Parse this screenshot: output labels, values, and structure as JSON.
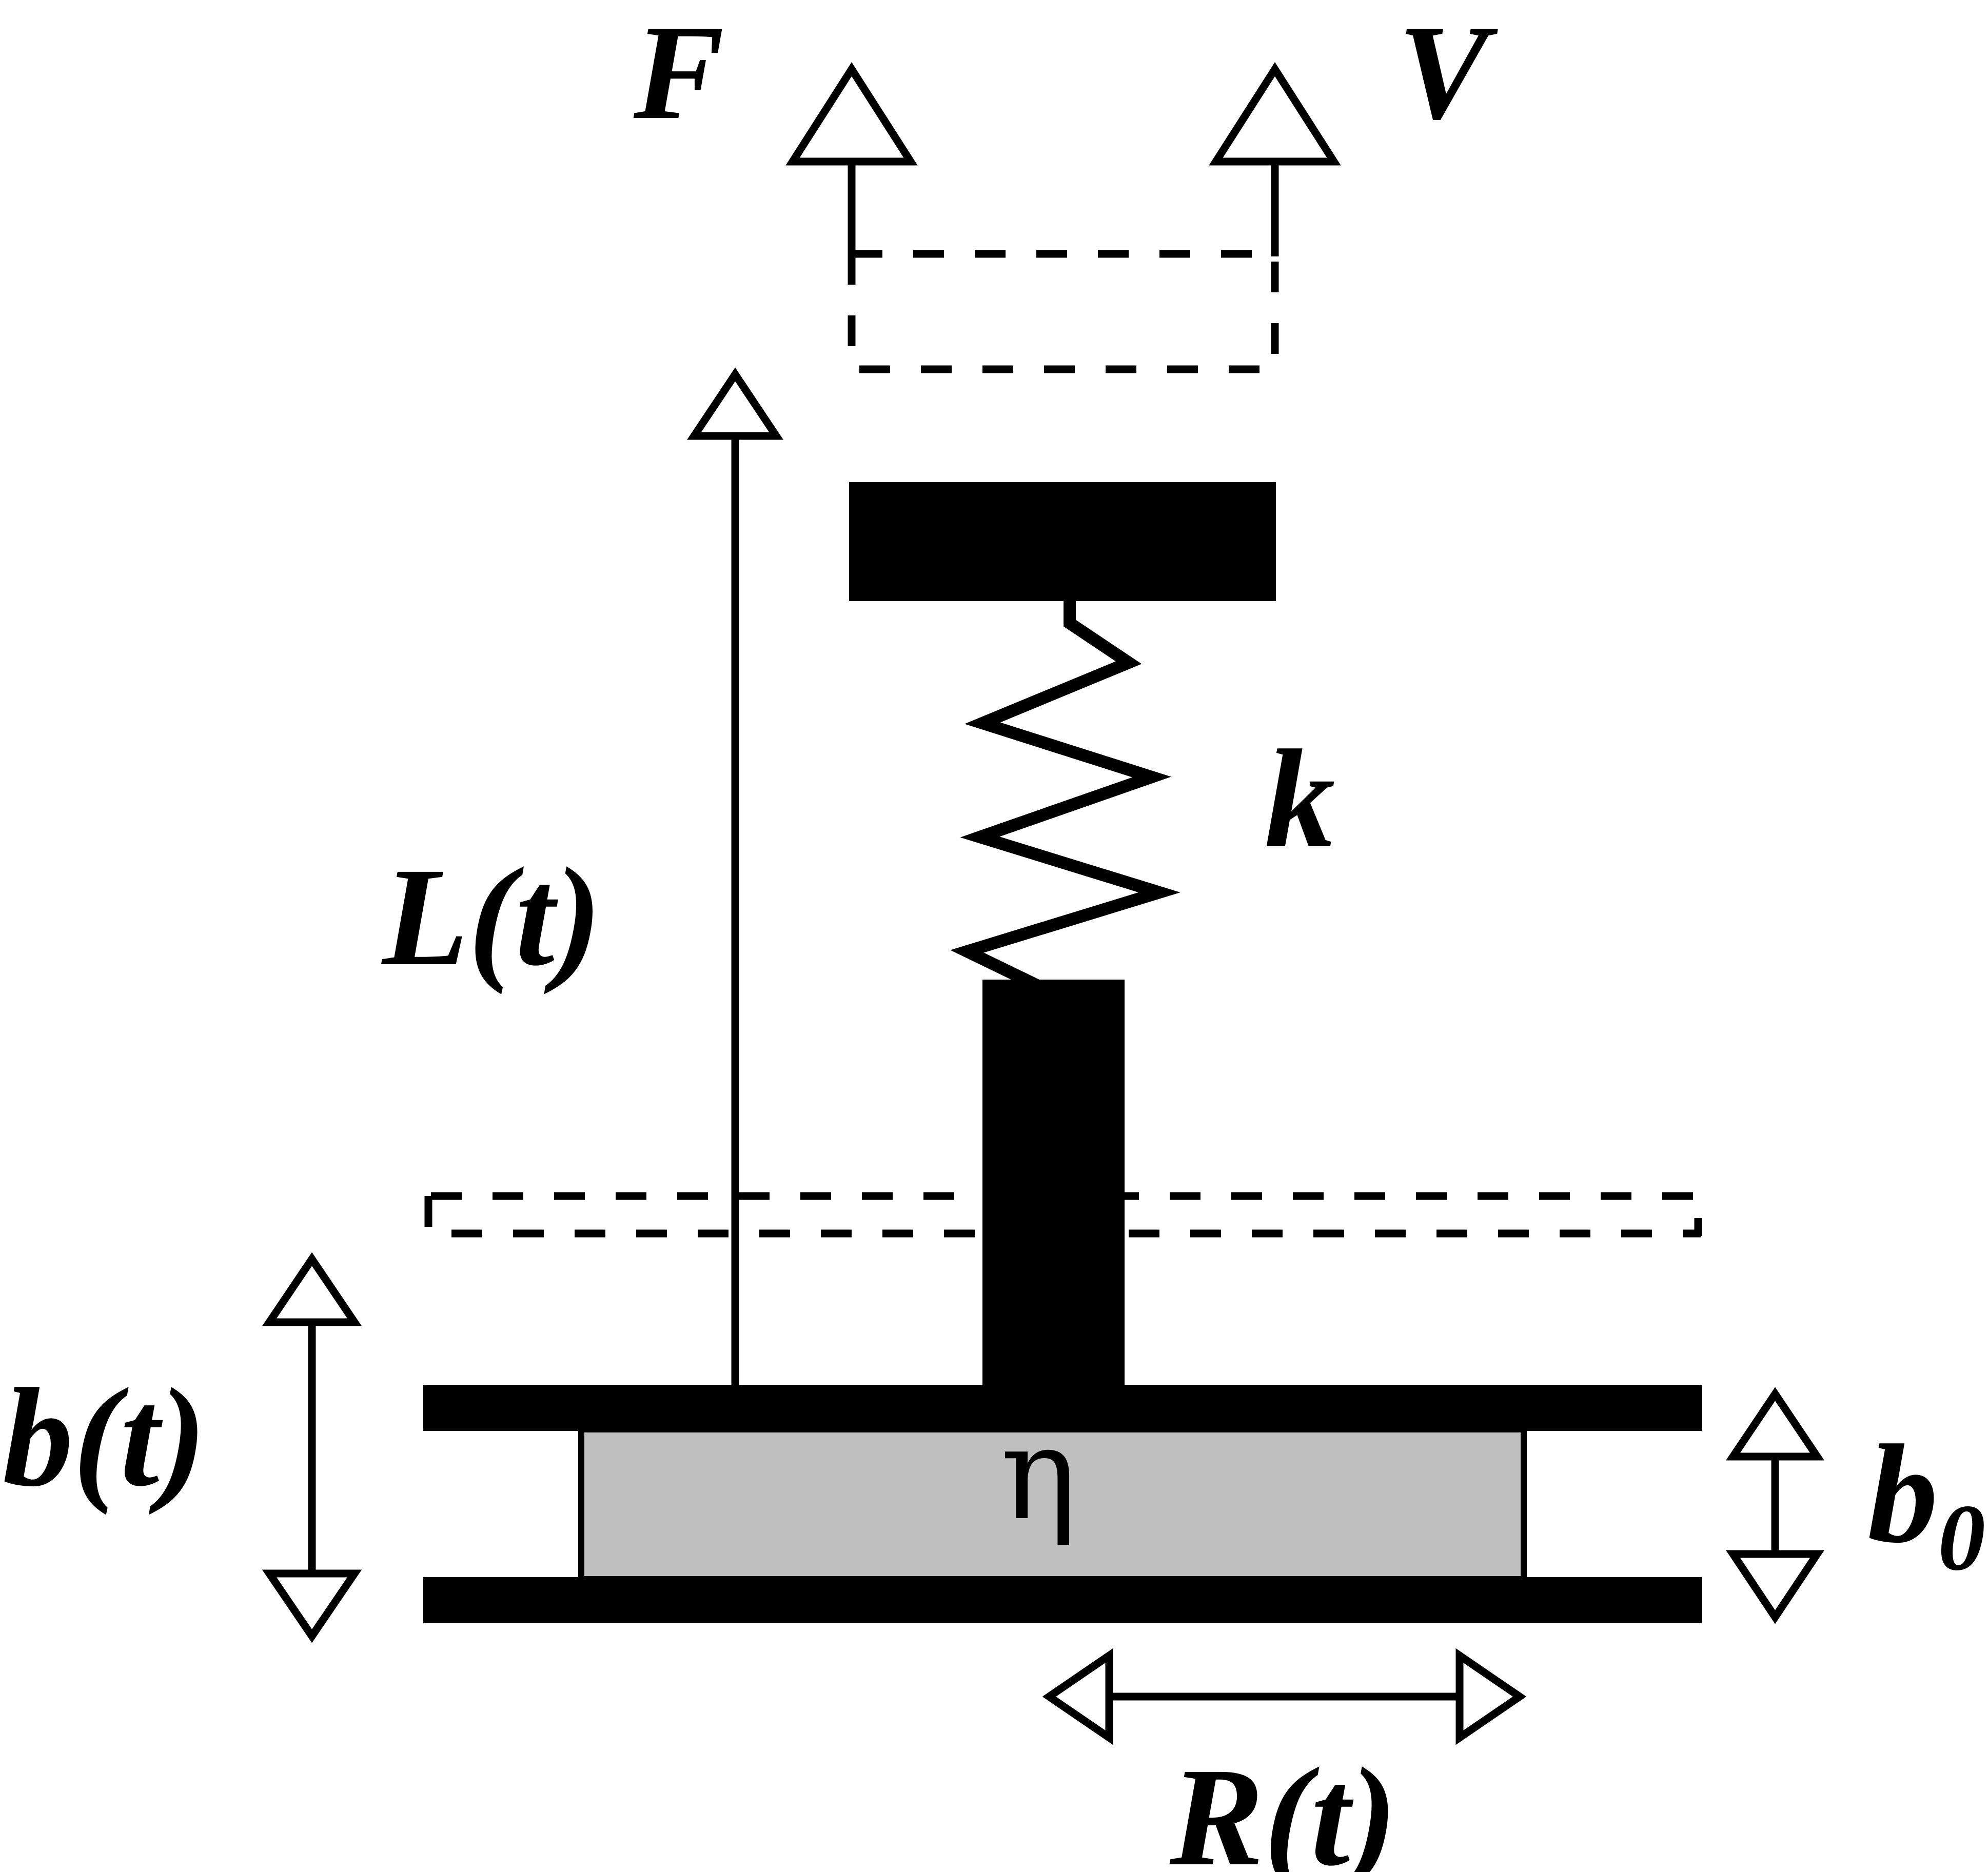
{
  "labels": {
    "force": "F",
    "velocity": "V",
    "spring_constant": "k",
    "length": "L(t)",
    "gap": "b(t)",
    "gap_initial_base": "b",
    "gap_initial_sub": "0",
    "viscosity": "η",
    "radius": "R(t)"
  },
  "colors": {
    "ink": "#000000",
    "fluid": "#bfbfbf",
    "background": "#ffffff"
  },
  "icons": {
    "arrowheads": "open-triangle"
  }
}
